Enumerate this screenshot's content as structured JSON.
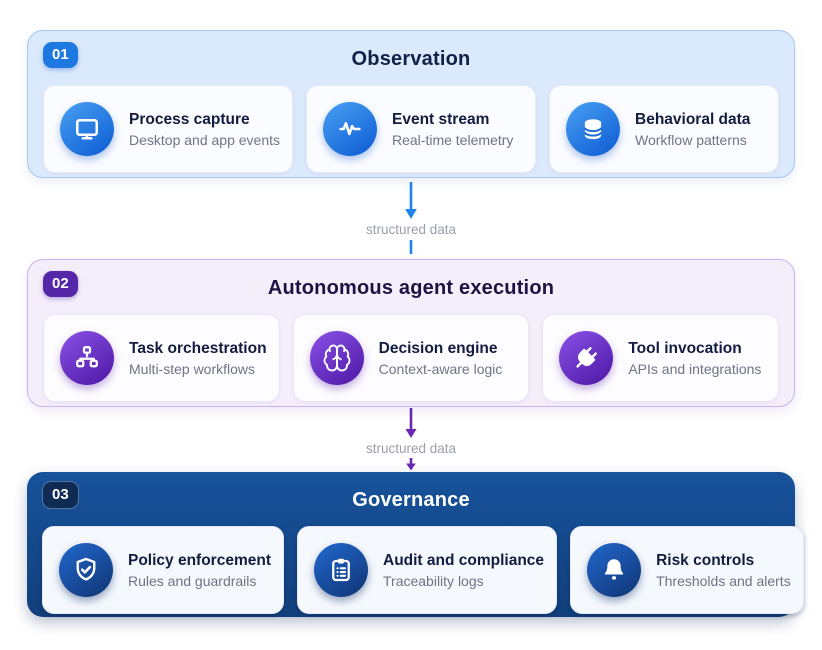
{
  "sections": [
    {
      "number": "01",
      "title": "Observation",
      "cards": [
        {
          "icon": "monitor-icon",
          "title": "Process capture",
          "subtitle": "Desktop and app events"
        },
        {
          "icon": "waveform-icon",
          "title": "Event stream",
          "subtitle": "Real-time telemetry"
        },
        {
          "icon": "database-icon",
          "title": "Behavioral data",
          "subtitle": "Workflow patterns"
        }
      ]
    },
    {
      "number": "02",
      "title": "Autonomous agent execution",
      "cards": [
        {
          "icon": "sitemap-icon",
          "title": "Task orchestration",
          "subtitle": "Multi-step workflows"
        },
        {
          "icon": "brain-icon",
          "title": "Decision engine",
          "subtitle": "Context-aware logic"
        },
        {
          "icon": "plug-icon",
          "title": "Tool invocation",
          "subtitle": "APIs and integrations"
        }
      ]
    },
    {
      "number": "03",
      "title": "Governance",
      "cards": [
        {
          "icon": "shield-check-icon",
          "title": "Policy enforcement",
          "subtitle": "Rules and guardrails"
        },
        {
          "icon": "clipboard-list-icon",
          "title": "Audit and compliance",
          "subtitle": "Traceability logs"
        },
        {
          "icon": "bell-icon",
          "title": "Risk controls",
          "subtitle": "Thresholds and alerts"
        }
      ]
    }
  ],
  "connectors": [
    {
      "label": "structured data",
      "color": "#1e86e8"
    },
    {
      "label": "structured data",
      "color": "#6a28b4"
    }
  ],
  "colors": {
    "section1_bg": "#dbe9fc",
    "section1_border": "#a6c7f2",
    "badge1": "#1d78e2",
    "section2_bg": "#f4eefb",
    "section2_border": "#c8b4ea",
    "badge2": "#5527a8",
    "section3_bg": "#17529b",
    "badge3": "#0f2b53",
    "card_title": "#131c3f",
    "card_subtitle": "#6d7585",
    "connector_label": "#98a0ab"
  }
}
